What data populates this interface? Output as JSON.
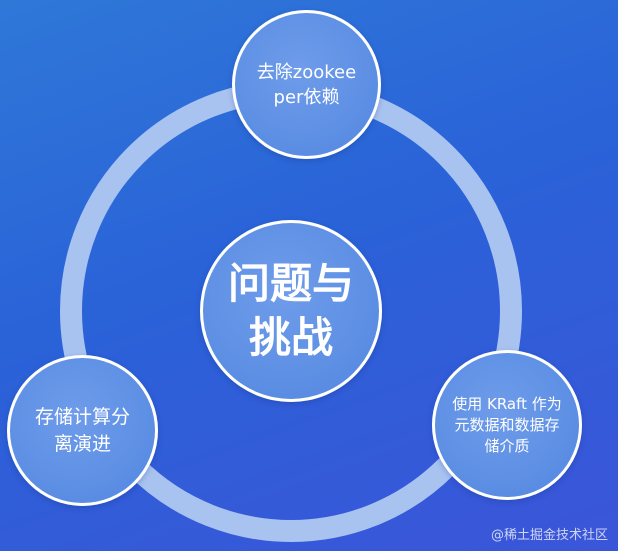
{
  "diagram": {
    "center_label": "问题与挑战",
    "nodes": {
      "top": "去除zookeeper依赖",
      "left": "存储计算分离演进",
      "right": "使用 KRaft 作为元数据和数据存储介质"
    }
  },
  "watermark_text": "@稀土掘金技术社区",
  "colors": {
    "background": "#2a62d8",
    "ring": "#a9c3f1",
    "node_fill": "#5d8fe4",
    "node_border": "#ffffff",
    "text": "#ffffff"
  }
}
